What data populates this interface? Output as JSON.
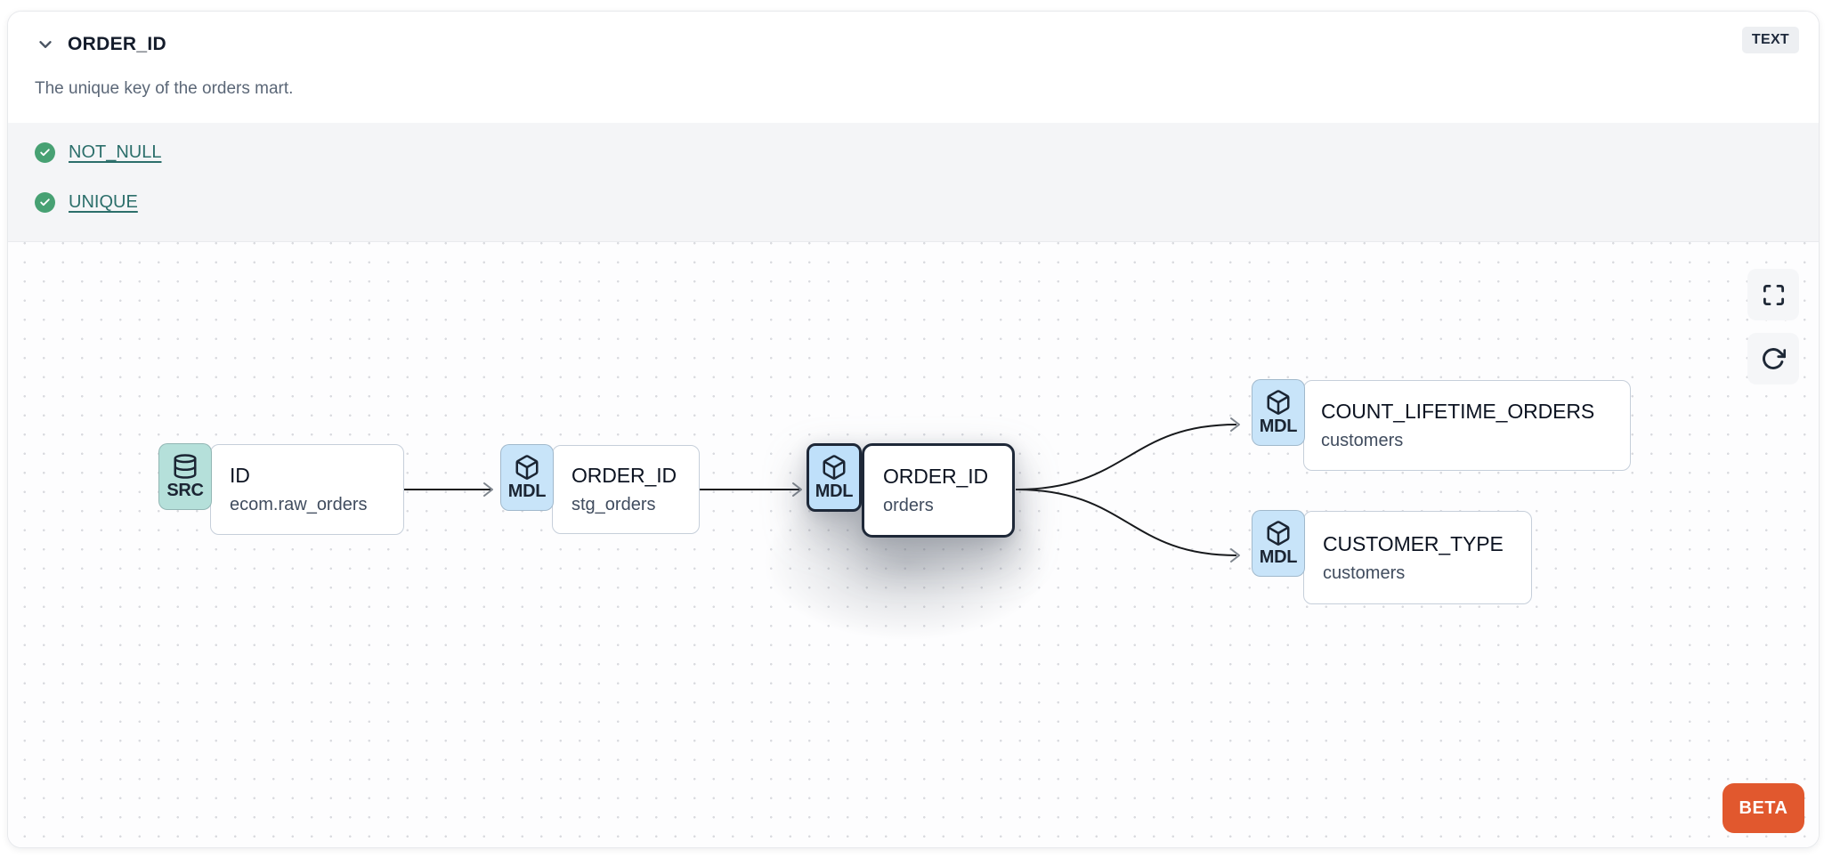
{
  "header": {
    "title": "ORDER_ID",
    "type_badge": "TEXT",
    "description": "The unique key of the orders mart."
  },
  "tests": {
    "items": [
      {
        "icon": "check-circle-icon",
        "label": "NOT_NULL"
      },
      {
        "icon": "check-circle-icon",
        "label": "UNIQUE"
      }
    ]
  },
  "lineage": {
    "nodes": [
      {
        "badge": "SRC",
        "icon": "database",
        "title": "ID",
        "subtitle": "ecom.raw_orders",
        "selected": false
      },
      {
        "badge": "MDL",
        "icon": "model-cube",
        "title": "ORDER_ID",
        "subtitle": "stg_orders",
        "selected": false
      },
      {
        "badge": "MDL",
        "icon": "model-cube",
        "title": "ORDER_ID",
        "subtitle": "orders",
        "selected": true
      },
      {
        "badge": "MDL",
        "icon": "model-cube",
        "title": "COUNT_LIFETIME_ORDERS",
        "subtitle": "customers",
        "selected": false
      },
      {
        "badge": "MDL",
        "icon": "model-cube",
        "title": "CUSTOMER_TYPE",
        "subtitle": "customers",
        "selected": false
      }
    ],
    "edges": [
      {
        "from": "ID (ecom.raw_orders)",
        "to": "ORDER_ID (stg_orders)"
      },
      {
        "from": "ORDER_ID (stg_orders)",
        "to": "ORDER_ID (orders)"
      },
      {
        "from": "ORDER_ID (orders)",
        "to": "COUNT_LIFETIME_ORDERS (customers)"
      },
      {
        "from": "ORDER_ID (orders)",
        "to": "CUSTOMER_TYPE (customers)"
      }
    ],
    "beta_label": "BETA"
  },
  "colors": {
    "accent_orange": "#e1582e",
    "badge_src_bg": "#b5e0da",
    "badge_mdl_bg": "#c8e4f9",
    "check_green": "#47a173",
    "link_teal": "#2c6f6b",
    "selected_border": "#1e2838"
  }
}
